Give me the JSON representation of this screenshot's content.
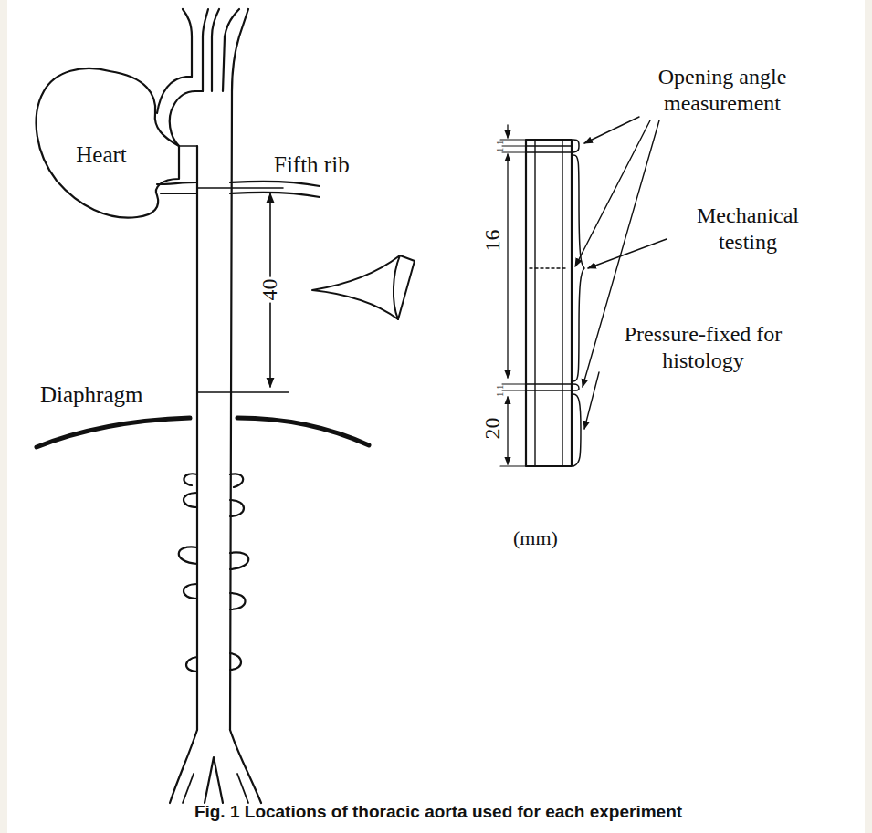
{
  "diagram": {
    "caption": "Fig. 1 Locations of thoracic aorta used for each experiment",
    "nodes": [
      {
        "text": [
          "Heart"
        ]
      }
    ],
    "labels": [
      "Fifth rib",
      "40",
      "Diaphragm",
      "Opening angle measurement",
      "1",
      "1",
      "16",
      "1",
      "1",
      "Mechanical testing",
      "20",
      "Pressure-fixed for histology",
      "(mm)"
    ]
  }
}
